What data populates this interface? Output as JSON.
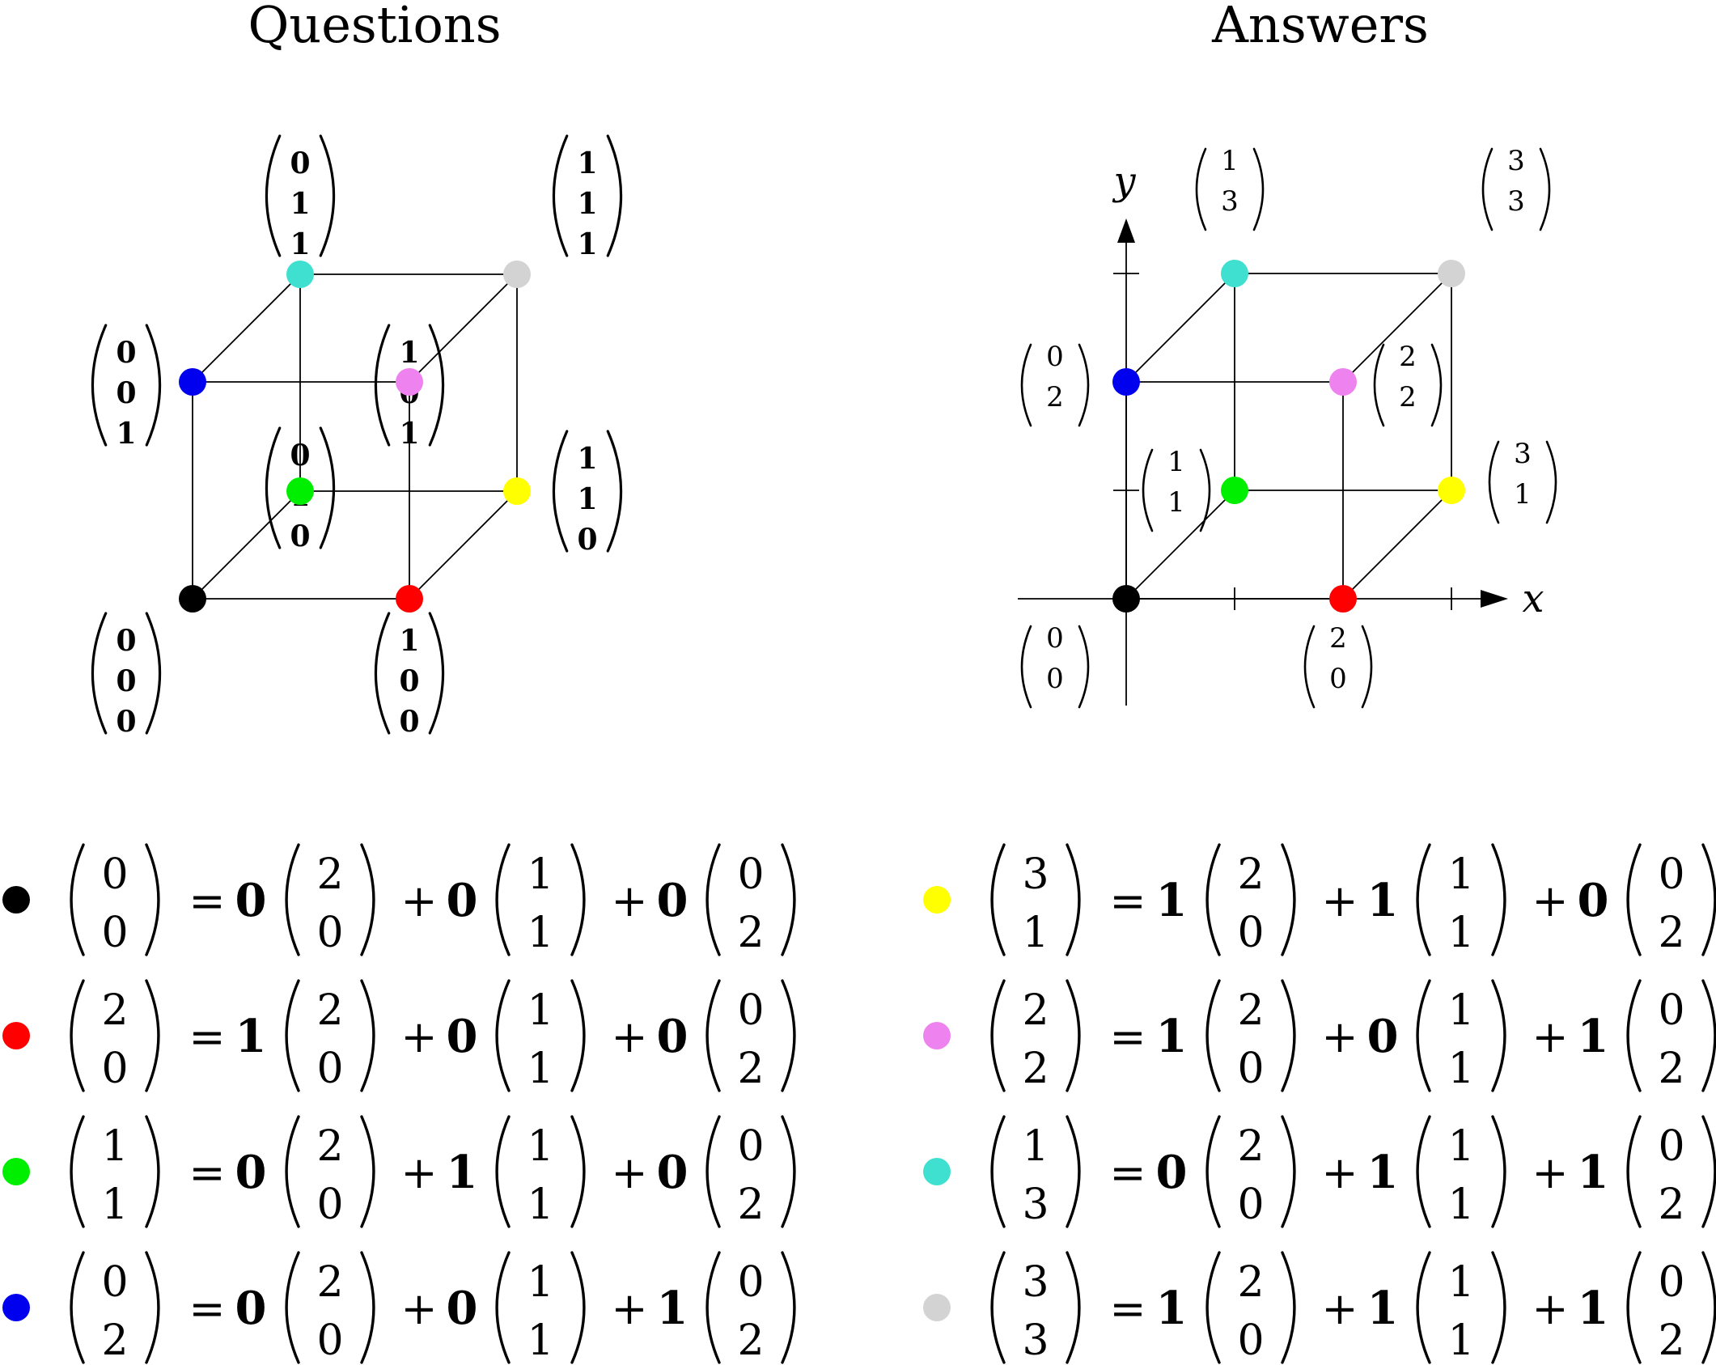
{
  "titles": {
    "questions": "Questions",
    "answers": "Answers"
  },
  "colors": {
    "black": "#000000",
    "red": "#ff0000",
    "green": "#00ee00",
    "blue": "#0000ee",
    "yellow": "#ffff00",
    "violet": "#ee82ee",
    "turquoise": "#40e0d0",
    "gray": "#d3d3d3"
  },
  "questions": {
    "vertices": [
      {
        "color": "black",
        "label": [
          "0",
          "0",
          "0"
        ]
      },
      {
        "color": "red",
        "label": [
          "1",
          "0",
          "0"
        ]
      },
      {
        "color": "green",
        "label": [
          "0",
          "1",
          "0"
        ]
      },
      {
        "color": "blue",
        "label": [
          "0",
          "0",
          "1"
        ]
      },
      {
        "color": "yellow",
        "label": [
          "1",
          "1",
          "0"
        ]
      },
      {
        "color": "violet",
        "label": [
          "1",
          "0",
          "1"
        ]
      },
      {
        "color": "turquoise",
        "label": [
          "0",
          "1",
          "1"
        ]
      },
      {
        "color": "gray",
        "label": [
          "1",
          "1",
          "1"
        ]
      }
    ]
  },
  "answers": {
    "axes": {
      "x": "x",
      "y": "y"
    },
    "vertices": [
      {
        "color": "black",
        "label": [
          "0",
          "0"
        ]
      },
      {
        "color": "red",
        "label": [
          "2",
          "0"
        ]
      },
      {
        "color": "green",
        "label": [
          "1",
          "1"
        ]
      },
      {
        "color": "blue",
        "label": [
          "0",
          "2"
        ]
      },
      {
        "color": "yellow",
        "label": [
          "3",
          "1"
        ]
      },
      {
        "color": "violet",
        "label": [
          "2",
          "2"
        ]
      },
      {
        "color": "turquoise",
        "label": [
          "1",
          "3"
        ]
      },
      {
        "color": "gray",
        "label": [
          "3",
          "3"
        ]
      }
    ]
  },
  "equations": {
    "basis": [
      [
        "2",
        "0"
      ],
      [
        "1",
        "1"
      ],
      [
        "0",
        "2"
      ]
    ],
    "equals": "=",
    "plus": "+",
    "rows": [
      {
        "color": "black",
        "result": [
          "0",
          "0"
        ],
        "coefs": [
          "0",
          "0",
          "0"
        ]
      },
      {
        "color": "red",
        "result": [
          "2",
          "0"
        ],
        "coefs": [
          "1",
          "0",
          "0"
        ]
      },
      {
        "color": "green",
        "result": [
          "1",
          "1"
        ],
        "coefs": [
          "0",
          "1",
          "0"
        ]
      },
      {
        "color": "blue",
        "result": [
          "0",
          "2"
        ],
        "coefs": [
          "0",
          "0",
          "1"
        ]
      },
      {
        "color": "yellow",
        "result": [
          "3",
          "1"
        ],
        "coefs": [
          "1",
          "1",
          "0"
        ]
      },
      {
        "color": "violet",
        "result": [
          "2",
          "2"
        ],
        "coefs": [
          "1",
          "0",
          "1"
        ]
      },
      {
        "color": "turquoise",
        "result": [
          "1",
          "3"
        ],
        "coefs": [
          "0",
          "1",
          "1"
        ]
      },
      {
        "color": "gray",
        "result": [
          "3",
          "3"
        ],
        "coefs": [
          "1",
          "1",
          "1"
        ]
      }
    ]
  }
}
